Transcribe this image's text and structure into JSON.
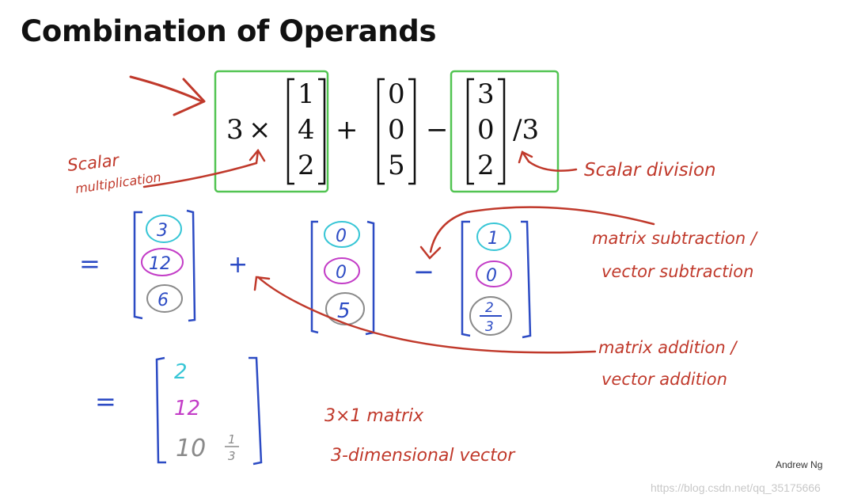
{
  "slide": {
    "title": "Combination of Operands",
    "author": "Andrew Ng",
    "watermark": "https://blog.csdn.net/qq_35175666"
  },
  "expression": {
    "scalar": "3",
    "times": "×",
    "vec_a": [
      "1",
      "4",
      "2"
    ],
    "plus": "+",
    "vec_b": [
      "0",
      "0",
      "5"
    ],
    "minus": "−",
    "vec_c": [
      "3",
      "0",
      "2"
    ],
    "divisor": "/3"
  },
  "annotations": {
    "scalar_multiplication": [
      "Scalar",
      "multiplication"
    ],
    "scalar_division": "Scalar division",
    "matrix_subtraction": [
      "matrix subtraction /",
      "vector subtraction"
    ],
    "matrix_addition": [
      "matrix addition /",
      "vector addition"
    ],
    "result_desc": [
      "3×1 matrix",
      "3-dimensional vector"
    ]
  },
  "step1": {
    "equals": "=",
    "vec_a": [
      "3",
      "12",
      "6"
    ],
    "plus": "+",
    "vec_b": [
      "0",
      "0",
      "5"
    ],
    "minus": "−",
    "vec_c_top": [
      "1",
      "0"
    ],
    "vec_c_frac": [
      "2",
      "3"
    ]
  },
  "step2": {
    "equals": "=",
    "values": [
      "2",
      "12",
      "10"
    ],
    "frac": [
      "1",
      "3"
    ]
  },
  "colors": {
    "red_ink": "#c0392b",
    "blue_ink": "#2c4bc4",
    "green_box": "#52c452",
    "cyan_circle": "#38c6d6",
    "magenta_circle": "#c33dc7",
    "gray_circle": "#8a8a8a"
  }
}
